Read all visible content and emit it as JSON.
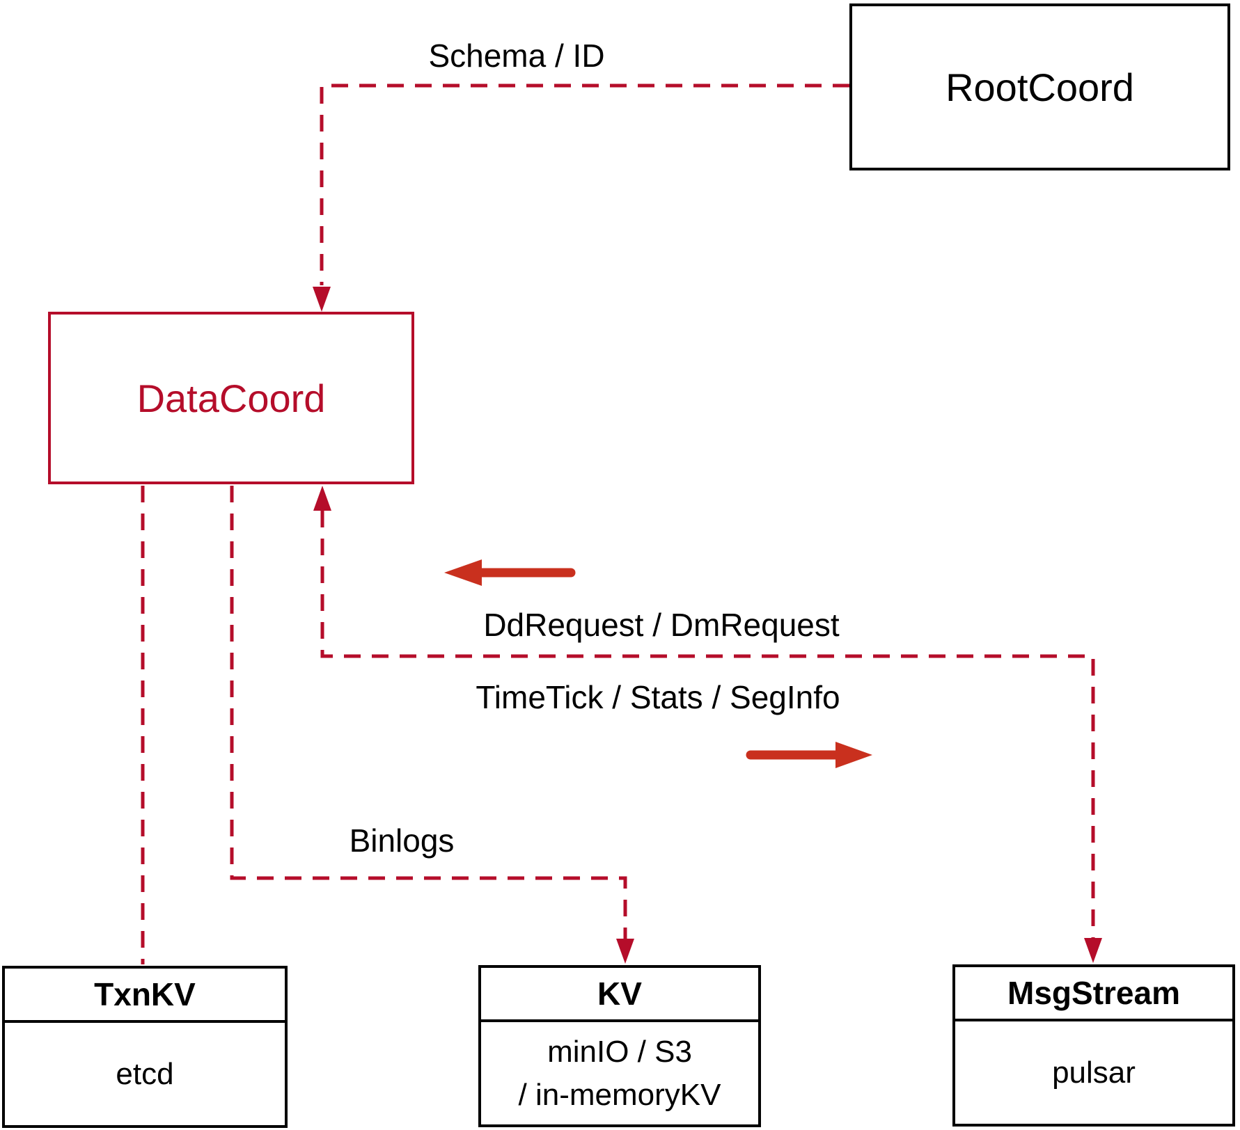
{
  "nodes": {
    "rootcoord": {
      "label": "RootCoord"
    },
    "datacoord": {
      "label": "DataCoord"
    },
    "txnkv": {
      "header": "TxnKV",
      "body": "etcd"
    },
    "kv": {
      "header": "KV",
      "body_line1": "minIO / S3",
      "body_line2": "/ in-memoryKV"
    },
    "msgstream": {
      "header": "MsgStream",
      "body": "pulsar"
    }
  },
  "edge_labels": {
    "schema_id": "Schema / ID",
    "dd_dm_request": "DdRequest / DmRequest",
    "timetick_stats_seginfo": "TimeTick / Stats / SegInfo",
    "binlogs": "Binlogs"
  },
  "colors": {
    "dashed_line": "#b50d2a",
    "datacoord_accent": "#b50d2a",
    "solid_arrow": "#c9301e",
    "box_border": "#000000",
    "text": "#000000",
    "background": "#ffffff"
  }
}
